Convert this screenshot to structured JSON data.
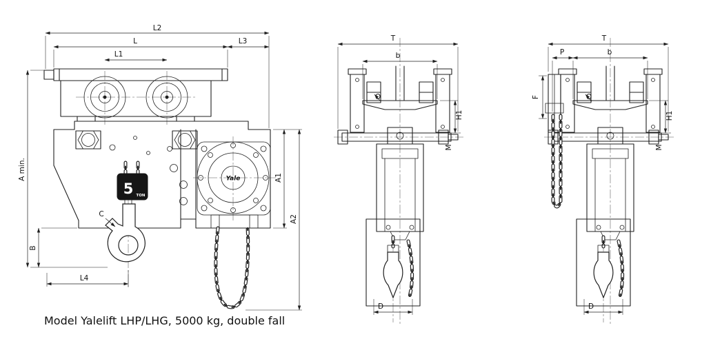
{
  "colors": {
    "ink": "#1f1f1f",
    "background": "#ffffff"
  },
  "caption": "Model Yalelift LHP/LHG, 5000 kg, double fall",
  "views": {
    "front": {
      "dims": {
        "L2": "L2",
        "L": "L",
        "L1": "L1",
        "L3": "L3",
        "A_min": "A min.",
        "A1": "A1",
        "A2": "A2",
        "B": "B",
        "L4": "L4",
        "C": "C"
      },
      "labels": {
        "capacity_value": "5",
        "capacity_unit": "TON",
        "brand": "Yale"
      }
    },
    "side_plain": {
      "dims": {
        "T": "T",
        "b": "b",
        "O": "O",
        "H1": "H1",
        "M": "M",
        "D": "D"
      }
    },
    "side_geared": {
      "dims": {
        "T": "T",
        "P": "P",
        "b": "b",
        "O": "O",
        "F": "F",
        "H1": "H1",
        "M": "M",
        "D": "D"
      }
    }
  }
}
